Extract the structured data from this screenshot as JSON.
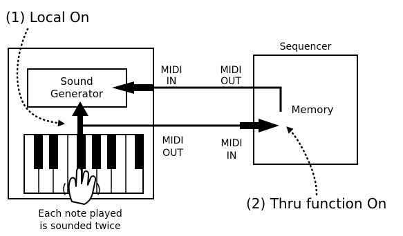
{
  "labels": {
    "local_on": "(1) Local On",
    "sequencer": "Sequencer",
    "sound_generator_line1": "Sound",
    "sound_generator_line2": "Generator",
    "memory": "Memory",
    "midi_in_left_1": "MIDI",
    "midi_in_left_2": "IN",
    "midi_out_seq_1": "MIDI",
    "midi_out_seq_2": "OUT",
    "midi_out_left_1": "MIDI",
    "midi_out_left_2": "OUT",
    "midi_in_seq_1": "MIDI",
    "midi_in_seq_2": "IN",
    "thru_on": "(2) Thru function On",
    "caption_line1": "Each note played",
    "caption_line2": "is sounded twice"
  }
}
